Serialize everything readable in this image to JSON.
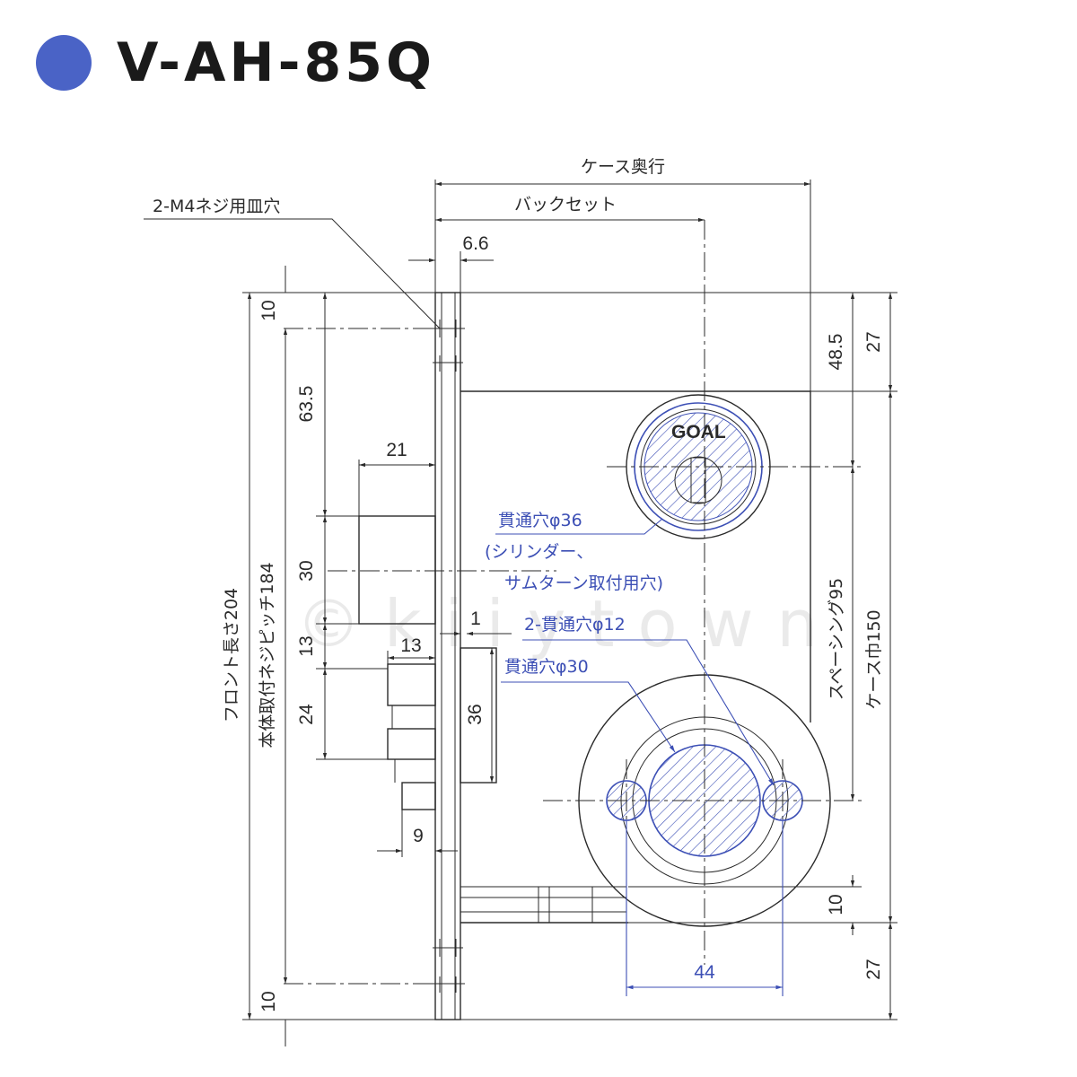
{
  "title": "V-AH-85Q",
  "colors": {
    "accent": "#4a63c6",
    "line": "#2a2a2a",
    "highlight": "#3c4fb5"
  },
  "labels": {
    "case_depth": "ケース奥行",
    "backset": "バックセット",
    "screw_hole": "2-M4ネジ用皿穴",
    "front_length": "フロント長さ204",
    "screw_pitch": "本体取付ネジピッチ184",
    "spacing": "スペーシング95",
    "case_width": "ケース巾150",
    "hole36": "貫通穴φ36",
    "hole36_note1": "(シリンダー、",
    "hole36_note2": "サムターン取付用穴)",
    "hole12": "2-貫通穴φ12",
    "hole30": "貫通穴φ30",
    "cylinder_mark": "GOAL"
  },
  "dims": {
    "d6_6": "6.6",
    "d10_top": "10",
    "d10_bottom": "10",
    "d63_5": "63.5",
    "d21": "21",
    "d30": "30",
    "d13_v": "13",
    "d13_h": "13",
    "d1": "1",
    "d24": "24",
    "d36": "36",
    "d9": "9",
    "d48_5": "48.5",
    "d27_top": "27",
    "d27_bottom": "27",
    "d10_right": "10",
    "d44": "44"
  },
  "watermark": "©kiiytown"
}
